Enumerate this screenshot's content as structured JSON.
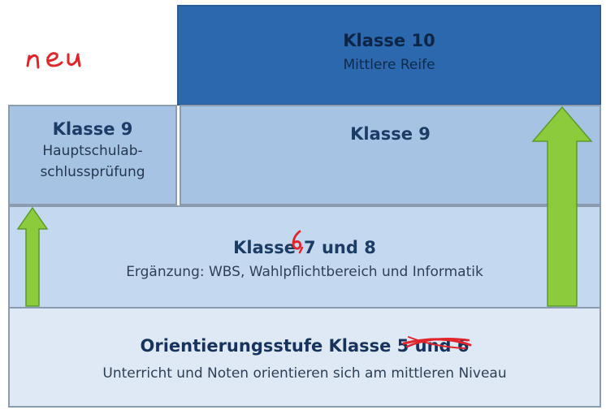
{
  "handwriting": {
    "neu": "neu",
    "inserted_digit": "6,"
  },
  "boxes": {
    "klasse10": {
      "title": "Klasse 10",
      "subtitle": "Mittlere Reife"
    },
    "klasse9_left": {
      "title": "Klasse 9",
      "subtitle_line1": "Hauptschulab-",
      "subtitle_line2": "schlussprüfung"
    },
    "klasse9_right": {
      "title": "Klasse 9"
    },
    "klasse78": {
      "title_prefix": "Klasse",
      "title_suffix": "7 und 8",
      "subtitle": "Ergänzung:  WBS, Wahlpflichtbereich und Informatik"
    },
    "orientierung": {
      "title_main": "Orientierungsstufe Klasse 5",
      "title_struck": "und 6",
      "subtitle": "Unterricht und Noten orientieren sich am mittleren Niveau"
    }
  },
  "colors": {
    "arrow_green": "#8ccc3c",
    "handwriting_red": "#e0252b",
    "dark_blue": "#2c68ad"
  }
}
